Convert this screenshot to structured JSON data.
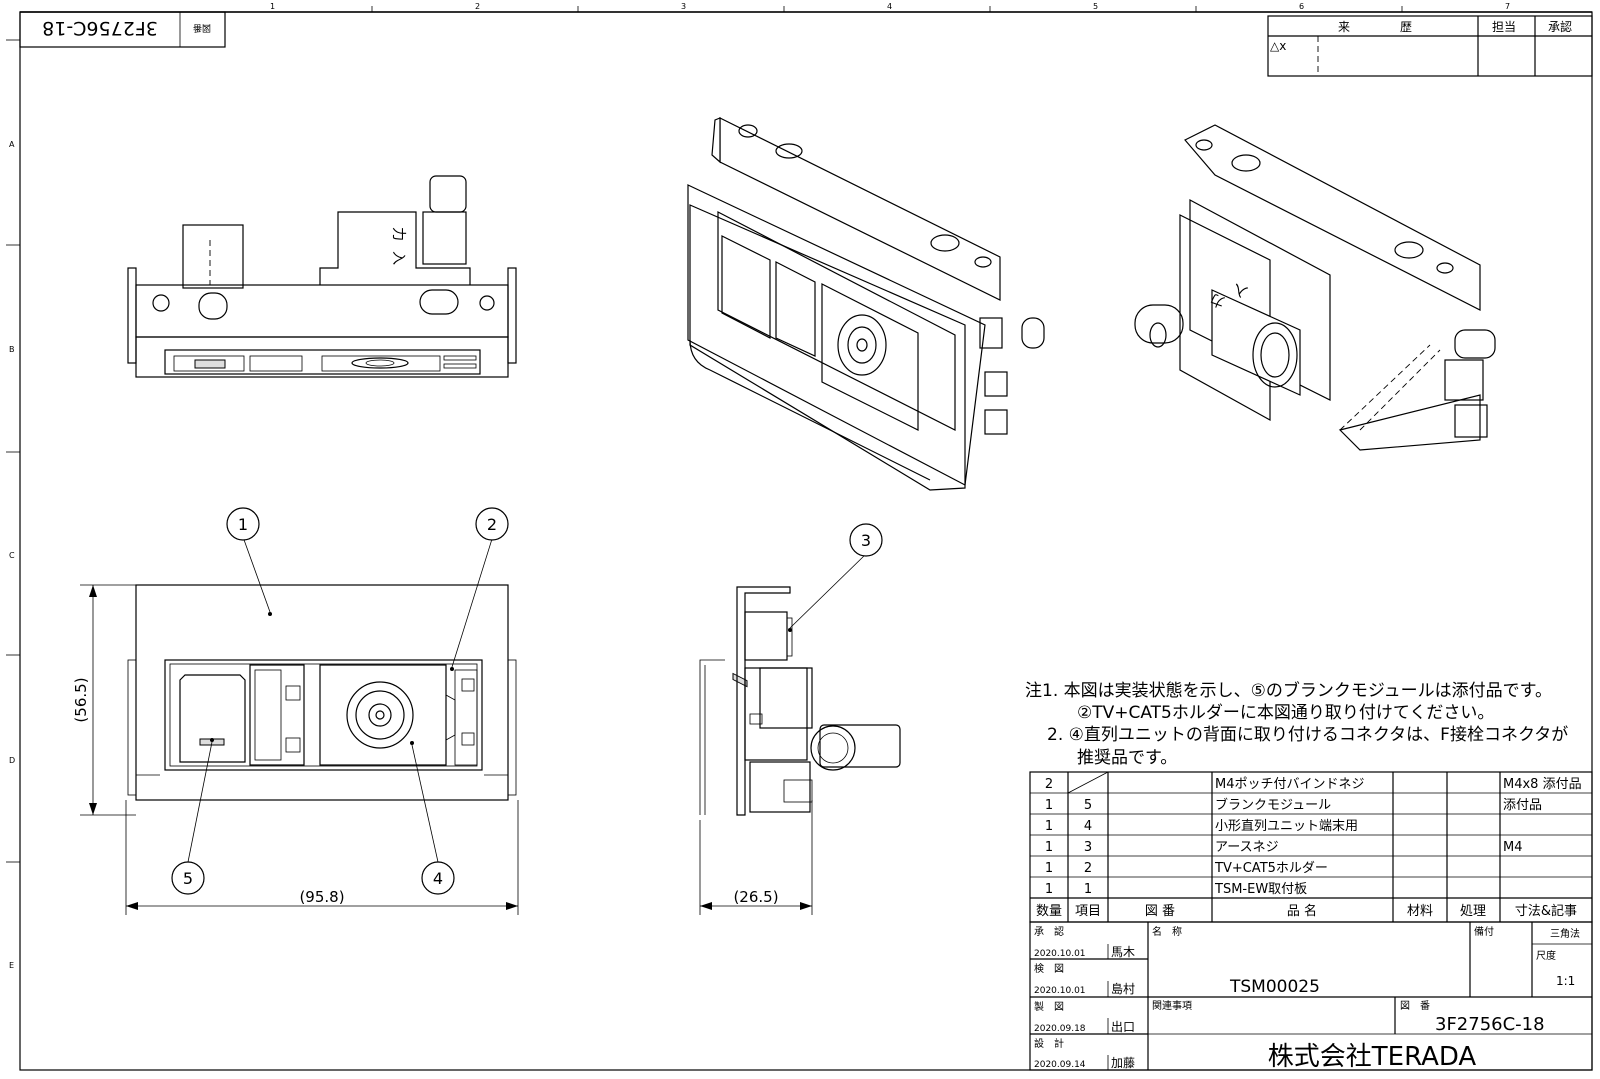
{
  "drawing_number_rotated": "3F2756C-18",
  "drawing_number_rotated_label": "図番",
  "border": {
    "col_numbers": [
      "1",
      "2",
      "3",
      "4",
      "5",
      "6",
      "7"
    ],
    "row_letters": [
      "A",
      "B",
      "C",
      "D",
      "E"
    ]
  },
  "revision_table": {
    "headers": [
      "来",
      "歴",
      "担当",
      "承認"
    ],
    "row_mark": "△x"
  },
  "views": {
    "marker_text": [
      "入",
      "力"
    ]
  },
  "balloons": [
    "1",
    "2",
    "3",
    "4",
    "5"
  ],
  "dimensions": {
    "height": "(56.5)",
    "width": "(95.8)",
    "depth": "(26.5)"
  },
  "notes": [
    "注1. 本図は実装状態を示し、⑤のブランクモジュールは添付品です。",
    "②TV+CAT5ホルダーに本図通り取り付けてください。",
    "2. ④直列ユニットの背面に取り付けるコネクタは、F接栓コネクタが",
    "推奨品です。"
  ],
  "bom": {
    "headers": [
      "数量",
      "項目",
      "図 番",
      "品 名",
      "材料",
      "処理",
      "寸法&記事"
    ],
    "rows": [
      {
        "qty": "2",
        "item": "",
        "drawing": "",
        "name": "M4ポッチ付バインドネジ",
        "material": "",
        "process": "",
        "note": "M4x8 添付品"
      },
      {
        "qty": "1",
        "item": "5",
        "drawing": "",
        "name": "ブランクモジュール",
        "material": "",
        "process": "",
        "note": "添付品"
      },
      {
        "qty": "1",
        "item": "4",
        "drawing": "",
        "name": "小形直列ユニット端末用",
        "material": "",
        "process": "",
        "note": ""
      },
      {
        "qty": "1",
        "item": "3",
        "drawing": "",
        "name": "アースネジ",
        "material": "",
        "process": "",
        "note": "M4"
      },
      {
        "qty": "1",
        "item": "2",
        "drawing": "",
        "name": "TV+CAT5ホルダー",
        "material": "",
        "process": "",
        "note": ""
      },
      {
        "qty": "1",
        "item": "1",
        "drawing": "",
        "name": "TSM-EW取付板",
        "material": "",
        "process": "",
        "note": ""
      }
    ]
  },
  "title_block": {
    "approvals": [
      {
        "role": "承　認",
        "date": "2020.10.01",
        "name": "馬木"
      },
      {
        "role": "検　図",
        "date": "2020.10.01",
        "name": "島村"
      },
      {
        "role": "製　図",
        "date": "2020.09.18",
        "name": "出口"
      },
      {
        "role": "設　計",
        "date": "2020.09.14",
        "name": "加藤"
      }
    ],
    "name_label": "名　称",
    "product_name": "TSM00025",
    "remarks_label": "関連事項",
    "drawing_no_label": "図　番",
    "drawing_no": "3F2756C-18",
    "backing_label": "備付",
    "projection_label": "三角法",
    "scale_label": "尺度",
    "scale": "1:1",
    "company": "株式会社TERADA"
  }
}
